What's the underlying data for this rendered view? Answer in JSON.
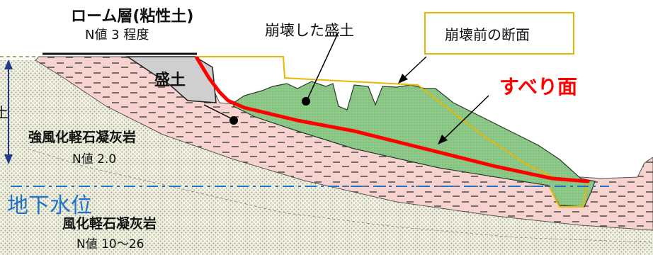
{
  "labels": {
    "loam_title": "ローム層(粘性土)",
    "loam_n": "N値 3 程度",
    "fill": "盛土",
    "collapsed_fill": "崩壊した盛土",
    "before_section": "崩壊前の断面",
    "slip_surface": "すべり面",
    "strong_weathered": "強風化軽石凝灰岩",
    "strong_weathered_n": "N値 2.0",
    "groundwater": "地下水位",
    "weathered": "風化軽石凝灰岩",
    "weathered_n": "N値 10～26",
    "depth_fragment": "土"
  },
  "colors": {
    "slip_surface": "#ff0000",
    "groundwater": "#1e73c8",
    "collapsed_fill": "#8ec98a",
    "fill": "#cfcfcf",
    "loam_layer": "#f6d3cf",
    "weathered_layer": "#efefdf",
    "before_section_line": "#e8b800"
  }
}
